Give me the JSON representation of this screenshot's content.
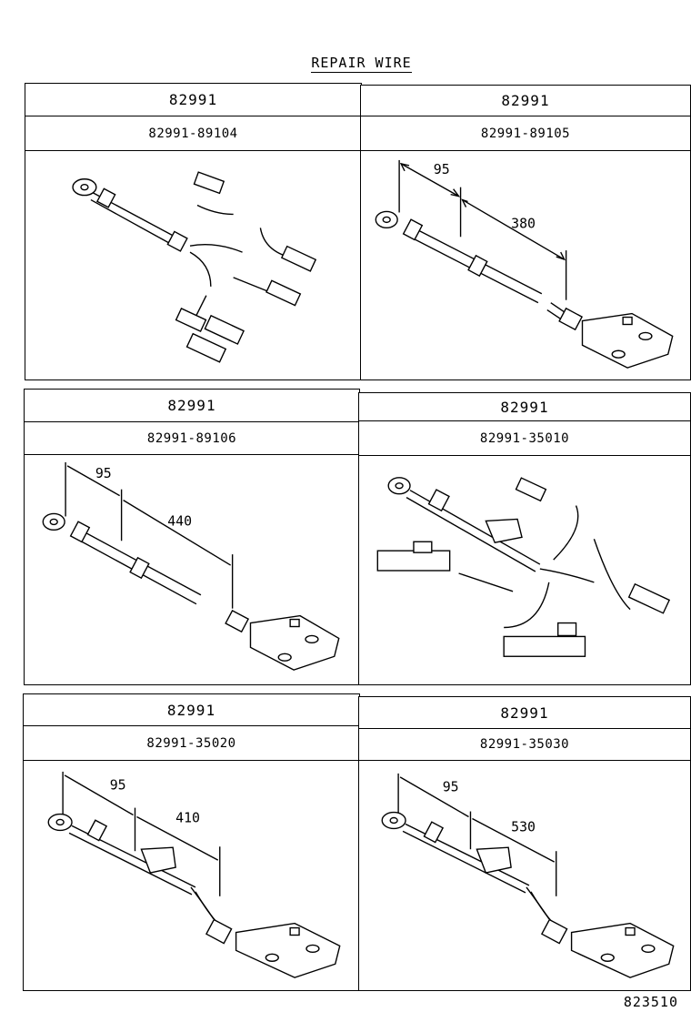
{
  "title": "REPAIR WIRE",
  "footer_code": "823510",
  "panels": [
    {
      "code": "82991",
      "part_no": "82991-89104",
      "dims": []
    },
    {
      "code": "82991",
      "part_no": "82991-89105",
      "dims": [
        "95",
        "380"
      ]
    },
    {
      "code": "82991",
      "part_no": "82991-89106",
      "dims": [
        "95",
        "440"
      ]
    },
    {
      "code": "82991",
      "part_no": "82991-35010",
      "dims": []
    },
    {
      "code": "82991",
      "part_no": "82991-35020",
      "dims": [
        "95",
        "410"
      ]
    },
    {
      "code": "82991",
      "part_no": "82991-35030",
      "dims": [
        "95",
        "530"
      ]
    }
  ]
}
